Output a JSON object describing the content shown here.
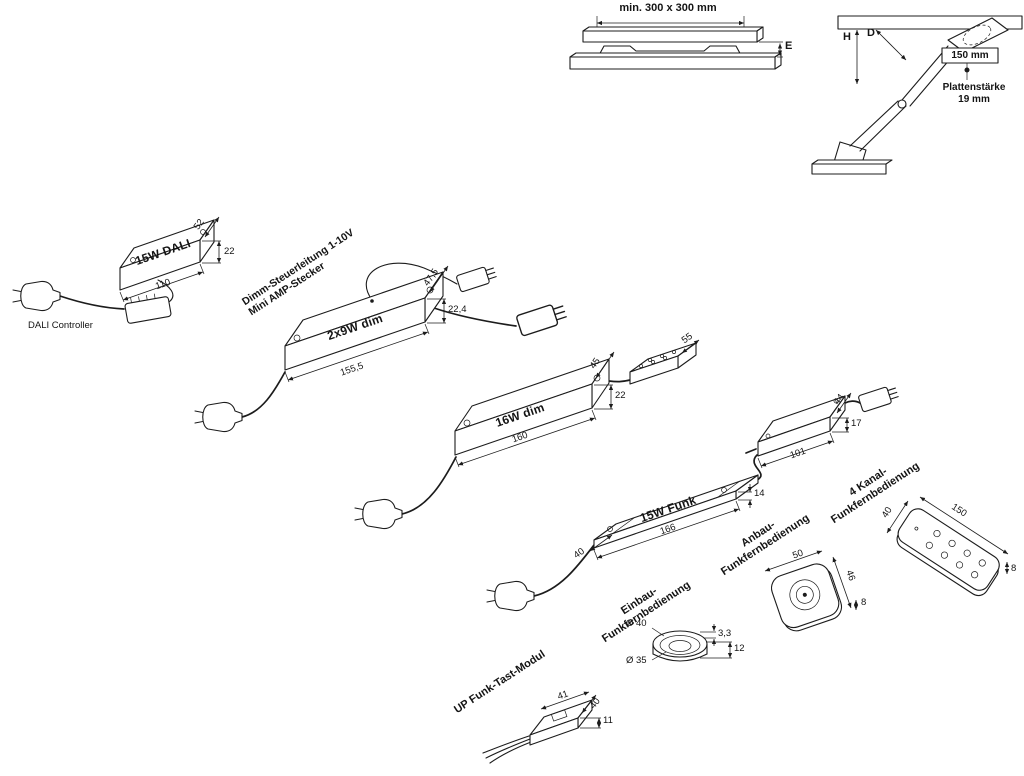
{
  "install": {
    "recess": {
      "min_size": "min. 300 x 300 mm",
      "depth": "E"
    },
    "shelf": {
      "height": "H",
      "distance": "D",
      "projection": "150 mm",
      "board1": "Plattenstärke",
      "board2": "19 mm"
    }
  },
  "drivers": {
    "dali": {
      "name": "15W DALI",
      "caption": "DALI Controller",
      "length": "110",
      "height": "22",
      "depth": "52"
    },
    "dim2x9": {
      "name": "2x9W dim",
      "note1": "Dimm-Steuerleitung 1-10V",
      "note2": "Mini AMP-Stecker",
      "length": "155,5",
      "height": "22,4",
      "depth": "47,5"
    },
    "dim16": {
      "name": "16W dim",
      "length": "160",
      "height": "22",
      "depth": "45",
      "distributor": "55"
    },
    "funk15": {
      "name": "15W Funk",
      "length": "166",
      "height": "14",
      "depth": "40"
    }
  },
  "remotes": {
    "anbau": {
      "name1": "Anbau-",
      "name2": "Funkfernbedienung",
      "length": "101",
      "height": "17",
      "depth": "44"
    },
    "kanal4": {
      "name1": "4 Kanal-",
      "name2": "Funkfernbedienung",
      "length": "150",
      "width": "40",
      "height": "8"
    },
    "einbau": {
      "name1": "Einbau-",
      "name2": "Funkfernbedienung",
      "outer": "Ø 40",
      "inner": "Ø 35",
      "lip": "3,3",
      "height": "12"
    },
    "handheld": {
      "width": "50",
      "depth": "46",
      "height": "8"
    },
    "up": {
      "name": "UP Funk-Tast-Modul",
      "width": "41",
      "depth": "40",
      "height": "11"
    }
  }
}
